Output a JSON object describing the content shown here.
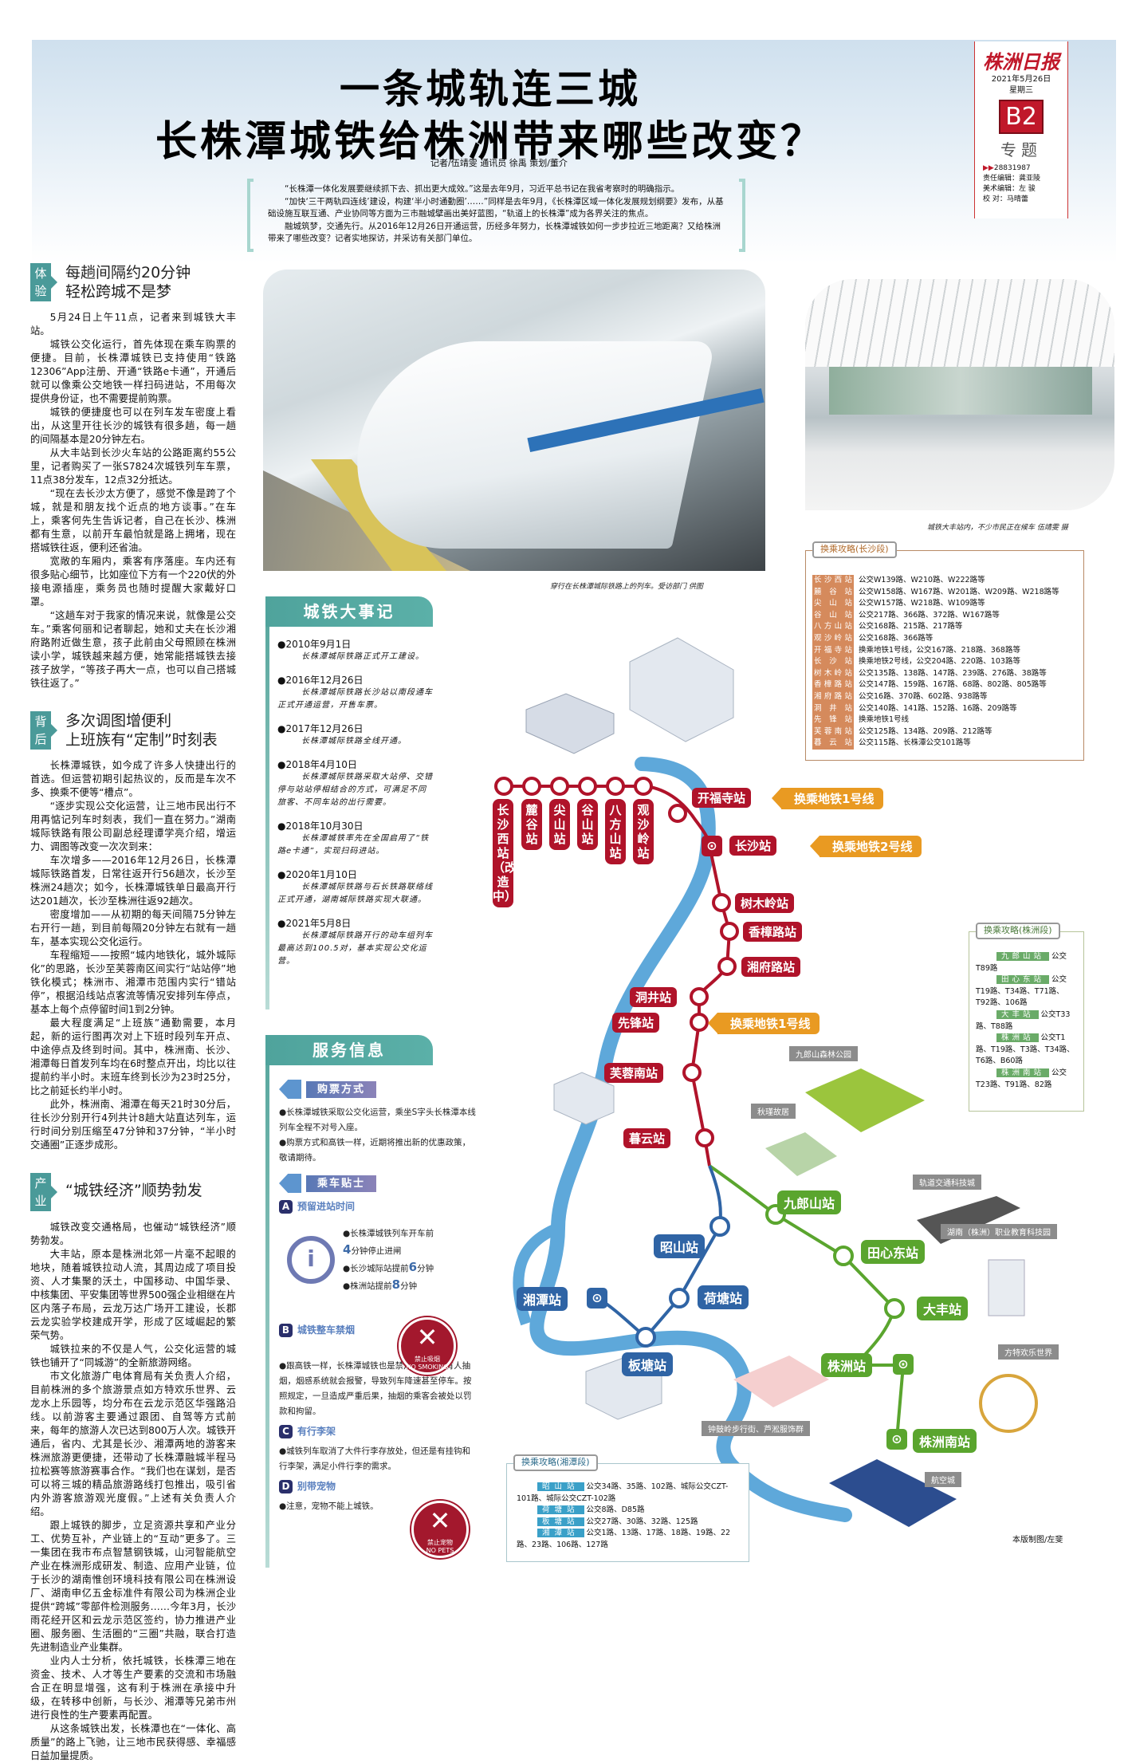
{
  "header": {
    "title_line1": "一条城轨连三城",
    "title_line2": "长株潭城铁给株洲带来哪些改变？",
    "byline": "记者/伍靖雯  通讯员  徐禹  策划/董介"
  },
  "masthead": {
    "logo": "株洲日报",
    "date": "2021年5月26日",
    "weekday": "星期三",
    "page": "B2",
    "section": "专题",
    "phone": "28831987",
    "editor": "责任编辑：龚亚陵",
    "art_editor": "美术编辑：左  骏",
    "proof": "校    对：马晴蕾"
  },
  "intro": [
    "“长株潭一体化发展要继续抓下去、抓出更大成效。”这是去年9月，习近平总书记在我省考察时的明确指示。",
    "“加快‘三干两轨四连线’建设，构建‘半小时通勤圈’……”同样是去年9月，《长株潭区域一体化发展规划纲要》发布，从基础设施互联互通、产业协同等方面为三市融城擘画出美好蓝图，“轨道上的长株潭”成为各界关注的焦点。",
    "融城筑梦，交通先行。从2016年12月26日开通运营，历经多年努力，长株潭城铁如何一步步拉近三地距离？又给株洲带来了哪些改变？记者实地探访，并采访有关部门单位。"
  ],
  "sections": [
    {
      "tag": "体验",
      "heading_line1": "每趟间隔约20分钟",
      "heading_line2": "轻松跨城不是梦",
      "paragraphs": [
        "5月24日上午11点，记者来到城铁大丰站。",
        "城铁公交化运行，首先体现在乘车购票的便捷。目前，长株潭城铁已支持使用“铁路12306”App注册、开通“铁路e卡通”，开通后就可以像乘公交地铁一样扫码进站，不用每次提供身份证，也不需要提前购票。",
        "城铁的便捷度也可以在列车发车密度上看出，从这里开往长沙的城铁有很多趟，每一趟的间隔基本是20分钟左右。",
        "从大丰站到长沙火车站的公路距离约55公里，记者购买了一张S7824次城铁列车车票，11点38分发车，12点32分抵达。",
        "“现在去长沙太方便了，感觉不像是跨了个城，就是和朋友找个近点的地方谈事。”在车上，乘客何先生告诉记者，自己在长沙、株洲都有生意，以前开车最怕就是路上拥堵，现在搭城铁往返，便利还省油。",
        "宽敞的车厢内，乘客有序落座。车内还有很多贴心细节，比如座位下方有一个220伏的外接电源插座，乘务员也随时提醒大家戴好口罩。",
        "“这趟车对于我家的情况来说，就像是公交车。”乘客何丽和记者聊起，她和丈夫在长沙湘府路附近做生意，孩子此前由父母照顾在株洲读小学，城铁越来越方便，她常能搭城铁去接孩子放学，“等孩子再大一点，也可以自己搭城铁往返了。”"
      ]
    },
    {
      "tag": "背后",
      "heading_line1": "多次调图增便利",
      "heading_line2": "上班族有“定制”时刻表",
      "paragraphs": [
        "长株潭城铁，如今成了许多人快捷出行的首选。但运营初期引起热议的，反而是车次不多、换乘不便等“槽点”。",
        "“逐步实现公交化运营，让三地市民出行不用再惦记列车时刻表，我们一直在努力。”湖南城际铁路有限公司副总经理谭学亮介绍，增运力、调图等改变一次次到来：",
        "车次增多——2016年12月26日，长株潭城际铁路首发，日常往返开行56趟次，长沙至株洲24趟次；如今，长株潭城铁单日最高开行达201趟次，长沙至株洲往返92趟次。",
        "密度增加——从初期的每天间隔75分钟左右开行一趟，到目前每隔20分钟左右就有一趟车，基本实现公交化运行。",
        "车程缩短——按照“城内地铁化，城外城际化”的思路，长沙至芙蓉南区间实行“站站停”地铁化模式；株洲市、湘潭市范围内实行“错站停”，根据沿线站点客流等情况安排列车停点，基本上每个点停留时间1到2分钟。",
        "最大程度满足“上班族”通勤需要，本月起，新的运行图再次对上下班时段列车开点、中途停点及终到时间。其中，株洲南、长沙、湘潭每日首发列车均在6时整点开出，均比以往提前约半小时。末班车终到长沙为23时25分，比之前延长约半小时。",
        "此外，株洲南、湘潭在每天21时30分后，往长沙分别开行4列共计8趟大站直达列车，运行时间分别压缩至47分钟和37分钟，“半小时交通圈”正逐步成形。"
      ]
    },
    {
      "tag": "产业",
      "heading_line1": "“城铁经济”顺势勃发",
      "paragraphs": [
        "城铁改变交通格局，也催动“城铁经济”顺势勃发。",
        "大丰站，原本是株洲北郊一片毫不起眼的地块，随着城铁拉动人流，其周边成了项目投资、人才集聚的沃土，中国移动、中国华录、中核集团、平安集团等世界500强企业相继在片区内落子布局，云龙万达广场开工建设，长郡云龙实验学校建成开学，形成了区域崛起的繁荣气势。",
        "城铁拉来的不仅是人气，公交化运营的城铁也铺开了“同城游”的全新旅游网络。",
        "市文化旅游广电体育局有关负责人介绍，目前株洲的多个旅游景点如方特欢乐世界、云龙水上乐园等，均分布在云龙示范区华强路沿线。以前游客主要通过跟团、自驾等方式前来，每年的旅游人次已达到800万人次。城铁开通后，省内、尤其是长沙、湘潭两地的游客来株洲旅游更便捷，还带动了长株潭融城半程马拉松赛等旅游赛事合作。“我们也在谋划，是否可以将三城的精品旅游路线打包推出，吸引省内外游客旅游观光度假。”上述有关负责人介绍。",
        "跟上城铁的脚步，立足资源共享和产业分工、优势互补，产业链上的“互动”更多了。三一集团在我市布点智慧钢铁城，山河智能航空产业在株洲形成研发、制造、应用产业链，位于长沙的湖南惟创环境科技有限公司在株洲设厂、湖南申亿五金标准件有限公司为株洲企业提供“跨城”零部件检测服务……今年3月，长沙雨花经开区和云龙示范区签约，协力推进产业圈、服务圈、生活圈的“三圈”共融，联合打造先进制造业产业集群。",
        "业内人士分析，依托城铁，长株潭三地在资金、技术、人才等生产要素的交流和市场融合正在明显增强，这有利于株洲在承接中升级，在转移中创新，与长沙、湘潭等兄弟市州进行良性的生产要素再配置。",
        "从这条城铁出发，长株潭也在“一体化、高质量”的路上飞驰，让三地市民获得感、幸福感日益加量提质。"
      ]
    }
  ],
  "photos": {
    "caption1": "穿行在长株潭城际铁路上的列车。受访部门  供图",
    "caption2": "城铁大丰站内，不少市民正在候车  伍靖雯  摄"
  },
  "timeline": {
    "title": "城铁大事记",
    "events": [
      {
        "date": "●2010年9月1日",
        "text": "长株潭城际铁路正式开工建设。"
      },
      {
        "date": "●2016年12月26日",
        "text": "长株潭城际铁路长沙站以南段通车正式开通运营，开售车票。"
      },
      {
        "date": "●2017年12月26日",
        "text": "长株潭城际铁路全线开通。"
      },
      {
        "date": "●2018年4月10日",
        "text": "长株潭城际铁路采取大站停、交错停与站站停相结合的方式，可满足不同旅客、不同车站的出行需要。"
      },
      {
        "date": "●2018年10月30日",
        "text": "长株潭城铁率先在全国启用了“铁路e卡通”，实现扫码进站。"
      },
      {
        "date": "●2020年1月10日",
        "text": "长株潭城际铁路与石长铁路联络线正式开通，湖南城际铁路实现大联通。"
      },
      {
        "date": "●2021年5月8日",
        "text": "长株潭城际铁路开行的动车组列车最高达到100.5对，基本实现公交化运营。"
      }
    ]
  },
  "service": {
    "title": "服务信息",
    "ticket_label": "购票方式",
    "ticket_items": [
      "●长株潭城铁采取公交化运营，乘坐S字头长株潭本线列车全程不对号入座。",
      "●购票方式和高铁一样，近期将推出新的优惠政策，敬请期待。"
    ],
    "tips_label": "乘车贴士",
    "tips": [
      {
        "key": "A",
        "title": "预留进站时间",
        "items": [
          "●长株潭城铁列车开车前",
          "4",
          "分钟停止进闸",
          "●长沙城际站提前",
          "6",
          "分钟",
          "●株洲站提前",
          "8",
          "分钟"
        ]
      },
      {
        "key": "B",
        "title": "城铁整车禁烟",
        "items": [
          "●跟高铁一样，长株潭城铁也是禁烟的。一旦有人抽烟，烟感系统就会报警，导致列车降速甚至停车。按照规定，一旦造成严重后果，抽烟的乘客会被处以罚款和拘留。"
        ],
        "sign": "禁止吸烟",
        "sign_en": "NO SMOKING"
      },
      {
        "key": "C",
        "title": "有行李架",
        "items": [
          "●城铁列车取消了大件行李存放处，但还是有挂钩和行李架，满足小件行李的需求。"
        ]
      },
      {
        "key": "D",
        "title": "别带宠物",
        "items": [
          "●注意，宠物不能上城铁。"
        ],
        "sign": "禁止宠物",
        "sign_en": "NO PETS"
      }
    ]
  },
  "guides": {
    "changsha": {
      "title": "换乘攻略(长沙段)",
      "rows": [
        {
          "station": "长沙西站",
          "info": "公交W139路、W210路、W222路等"
        },
        {
          "station": "麓谷站",
          "info": "公交W158路、W167路、W201路、W209路、W218路等"
        },
        {
          "station": "尖山站",
          "info": "公交W157路、W218路、W109路等"
        },
        {
          "station": "谷山站",
          "info": "公交217路、366路、372路、W167路等"
        },
        {
          "station": "八方山站",
          "info": "公交168路、215路、217路等"
        },
        {
          "station": "观沙岭站",
          "info": "公交168路、366路等"
        },
        {
          "station": "开福寺站",
          "info": "换乘地铁1号线，公交167路、218路、368路等"
        },
        {
          "station": "长沙站",
          "info": "换乘地铁2号线，公交204路、220路、103路等"
        },
        {
          "station": "树木岭站",
          "info": "公交135路、138路、147路、239路、276路、38路等"
        },
        {
          "station": "香樟路站",
          "info": "公交147路、159路、167路、68路、802路、805路等"
        },
        {
          "station": "湘府路站",
          "info": "公交16路、370路、602路、938路等"
        },
        {
          "station": "洞井站",
          "info": "公交140路、141路、152路、16路、209路等"
        },
        {
          "station": "先锋站",
          "info": "换乘地铁1号线"
        },
        {
          "station": "芙蓉南站",
          "info": "公交125路、134路、209路、212路等"
        },
        {
          "station": "暮云站",
          "info": "公交115路、长株潭公交101路等"
        }
      ]
    },
    "zhuzhou": {
      "title": "换乘攻略(株洲段)",
      "rows": [
        {
          "station": "九郎山站",
          "info": "公交T89路"
        },
        {
          "station": "田心东站",
          "info": "公交T19路、T34路、T71路、T92路、106路"
        },
        {
          "station": "大丰站",
          "info": "公交T33路、T88路"
        },
        {
          "station": "株洲站",
          "info": "公交T1路、T19路、T3路、T34路、T6路、B60路"
        },
        {
          "station": "株洲南站",
          "info": "公交T23路、T91路、82路"
        }
      ]
    },
    "xiangtan": {
      "title": "换乘攻略(湘潭段)",
      "rows": [
        {
          "station": "昭山站",
          "info": "公交34路、35路、102路、城际公交CZT-101路、城际公交CZT-102路"
        },
        {
          "station": "荷塘站",
          "info": "公交8路、D85路"
        },
        {
          "station": "板塘站",
          "info": "公交27路、30路、32路、125路"
        },
        {
          "station": "湘潭站",
          "info": "公交1路、13路、17路、18路、19路、22路、23路、106路、127路"
        }
      ]
    }
  },
  "map": {
    "colors": {
      "changsha_line": "#b0132a",
      "zhuzhou_line": "#5aa52e",
      "xiangtan_line": "#2f64a5",
      "river": "#5ea8da",
      "transfer": "#e99a22"
    },
    "vertical_stations": [
      "长沙西站（改造中）",
      "麓谷站",
      "尖山站",
      "谷山站",
      "八方山站",
      "观沙岭站"
    ],
    "changsha_stations": {
      "kaifusi": "开福寺站",
      "changsha": "长沙站",
      "shumuling": "树木岭站",
      "xiangzhang": "香樟路站",
      "xiangfu": "湘府路站",
      "dongjing": "洞井站",
      "xianfeng": "先锋站",
      "furongnan": "芙蓉南站",
      "muyun": "暮云站"
    },
    "zhuzhou_stations": {
      "jiulangshan": "九郎山站",
      "tianxindong": "田心东站",
      "dafeng": "大丰站",
      "zhuzhou": "株洲站",
      "zhuzhounan": "株洲南站"
    },
    "xiangtan_stations": {
      "zhaoshan": "昭山站",
      "hetang": "荷塘站",
      "bantang": "板塘站",
      "xiangtan": "湘潭站"
    },
    "transfers": {
      "line1": "换乘地铁1号线",
      "line2": "换乘地铁2号线",
      "line1b": "换乘地铁1号线"
    },
    "landmarks": {
      "forest_park": "九郎山森林公园",
      "qiujin": "秋瑾故居",
      "rail_city": "轨道交通科技城",
      "edu_park": "湖南（株洲）职业教育科技园",
      "fangte": "方特欢乐世界",
      "shopping": "钟鼓岭步行街、芦淞服饰群",
      "aviation": "航空城"
    },
    "credit": "本版制图/左斐"
  }
}
